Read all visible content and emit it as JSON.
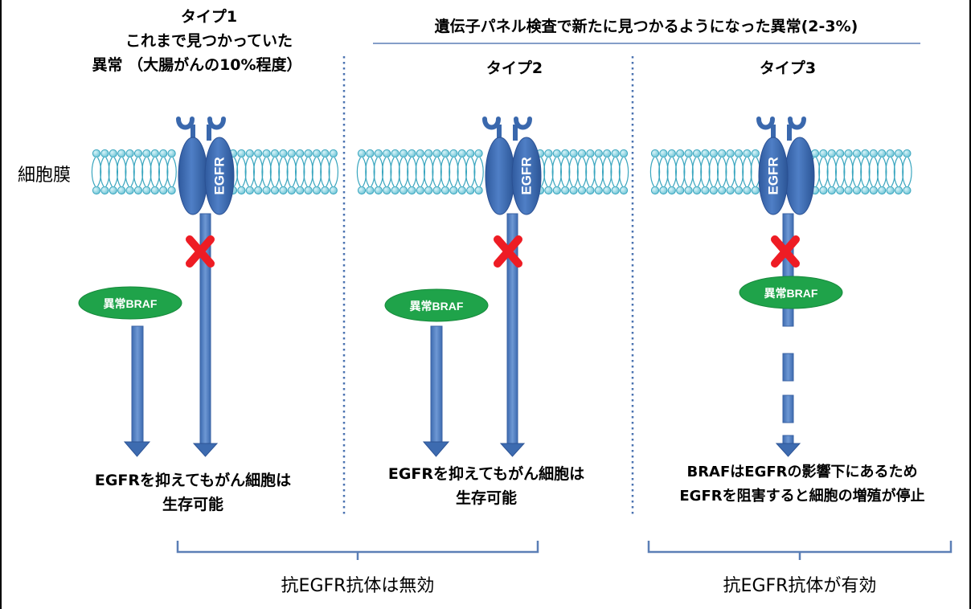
{
  "type1": {
    "title": "タイプ1",
    "subtitle1": "これまで見つかっていた",
    "subtitle2": "異常 （大腸がんの10%程度）",
    "result1": "EGFRを抑えてもがん細胞は",
    "result2": "生存可能"
  },
  "new_abnormality_header": "遺伝子パネル検査で新たに見つかるようになった異常(2-3%)",
  "type2": {
    "title": "タイプ2",
    "result1": "EGFRを抑えてもがん細胞は",
    "result2": "生存可能"
  },
  "type3": {
    "title": "タイプ3",
    "result1": "BRAFはEGFRの影響下にあるため",
    "result2": "EGFRを阻害すると細胞の増殖が停止"
  },
  "membrane_label": "細胞膜",
  "receptor_label": "EGFR",
  "braf_label": "異常BRAF",
  "conclusion_left": "抗EGFR抗体は無効",
  "conclusion_right": "抗EGFR抗体が有効",
  "colors": {
    "receptor": "#3a68ad",
    "arrow": "#4c7cc0",
    "braf": "#1fa34a",
    "membrane": "#7fd0e0",
    "cross": "#ee1c24",
    "bracket": "#5b7fb6"
  }
}
